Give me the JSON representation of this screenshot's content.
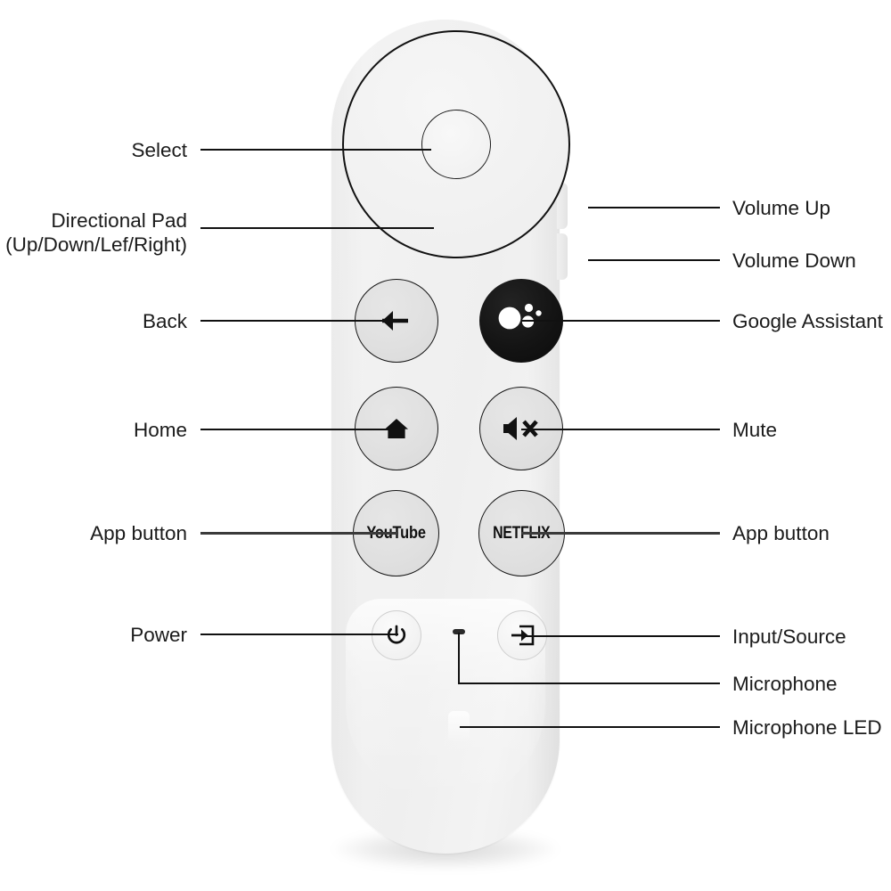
{
  "diagram": {
    "title": "Google Chromecast TV Remote Control - Button Diagram",
    "device": "remote-control",
    "colors": {
      "body": "#f1f1f1",
      "button_grey": "#e0e0e0",
      "assistant_black": "#141414",
      "leader_line": "#111111",
      "label_text": "#1b1b1b",
      "background": "#ffffff"
    }
  },
  "labels": {
    "left": [
      {
        "id": "select",
        "text": "Select",
        "icon": "dpad-center-icon"
      },
      {
        "id": "directional",
        "text": "Directional Pad\n(Up/Down/Lef/Right)",
        "icon": "dpad-ring-icon"
      },
      {
        "id": "back",
        "text": "Back",
        "icon": "back-arrow-icon"
      },
      {
        "id": "home",
        "text": "Home",
        "icon": "home-icon"
      },
      {
        "id": "app_button_left",
        "text": "App button",
        "icon": "youtube-icon"
      },
      {
        "id": "power",
        "text": "Power",
        "icon": "power-icon"
      }
    ],
    "right": [
      {
        "id": "volume_up",
        "text": "Volume Up",
        "icon": "volume-up-nub-icon"
      },
      {
        "id": "volume_down",
        "text": "Volume Down",
        "icon": "volume-down-nub-icon"
      },
      {
        "id": "google_assistant",
        "text": "Google Assistant",
        "icon": "google-assistant-icon"
      },
      {
        "id": "mute",
        "text": "Mute",
        "icon": "mute-speaker-icon"
      },
      {
        "id": "app_button_right",
        "text": "App button",
        "icon": "netflix-icon"
      },
      {
        "id": "input_source",
        "text": "Input/Source",
        "icon": "input-source-icon"
      },
      {
        "id": "microphone",
        "text": "Microphone",
        "icon": "microphone-hole-icon"
      },
      {
        "id": "microphone_led",
        "text": "Microphone LED",
        "icon": "microphone-led-icon"
      }
    ]
  },
  "buttons": {
    "youtube_label": "YouTube",
    "netflix_label": "NETFLIX"
  }
}
